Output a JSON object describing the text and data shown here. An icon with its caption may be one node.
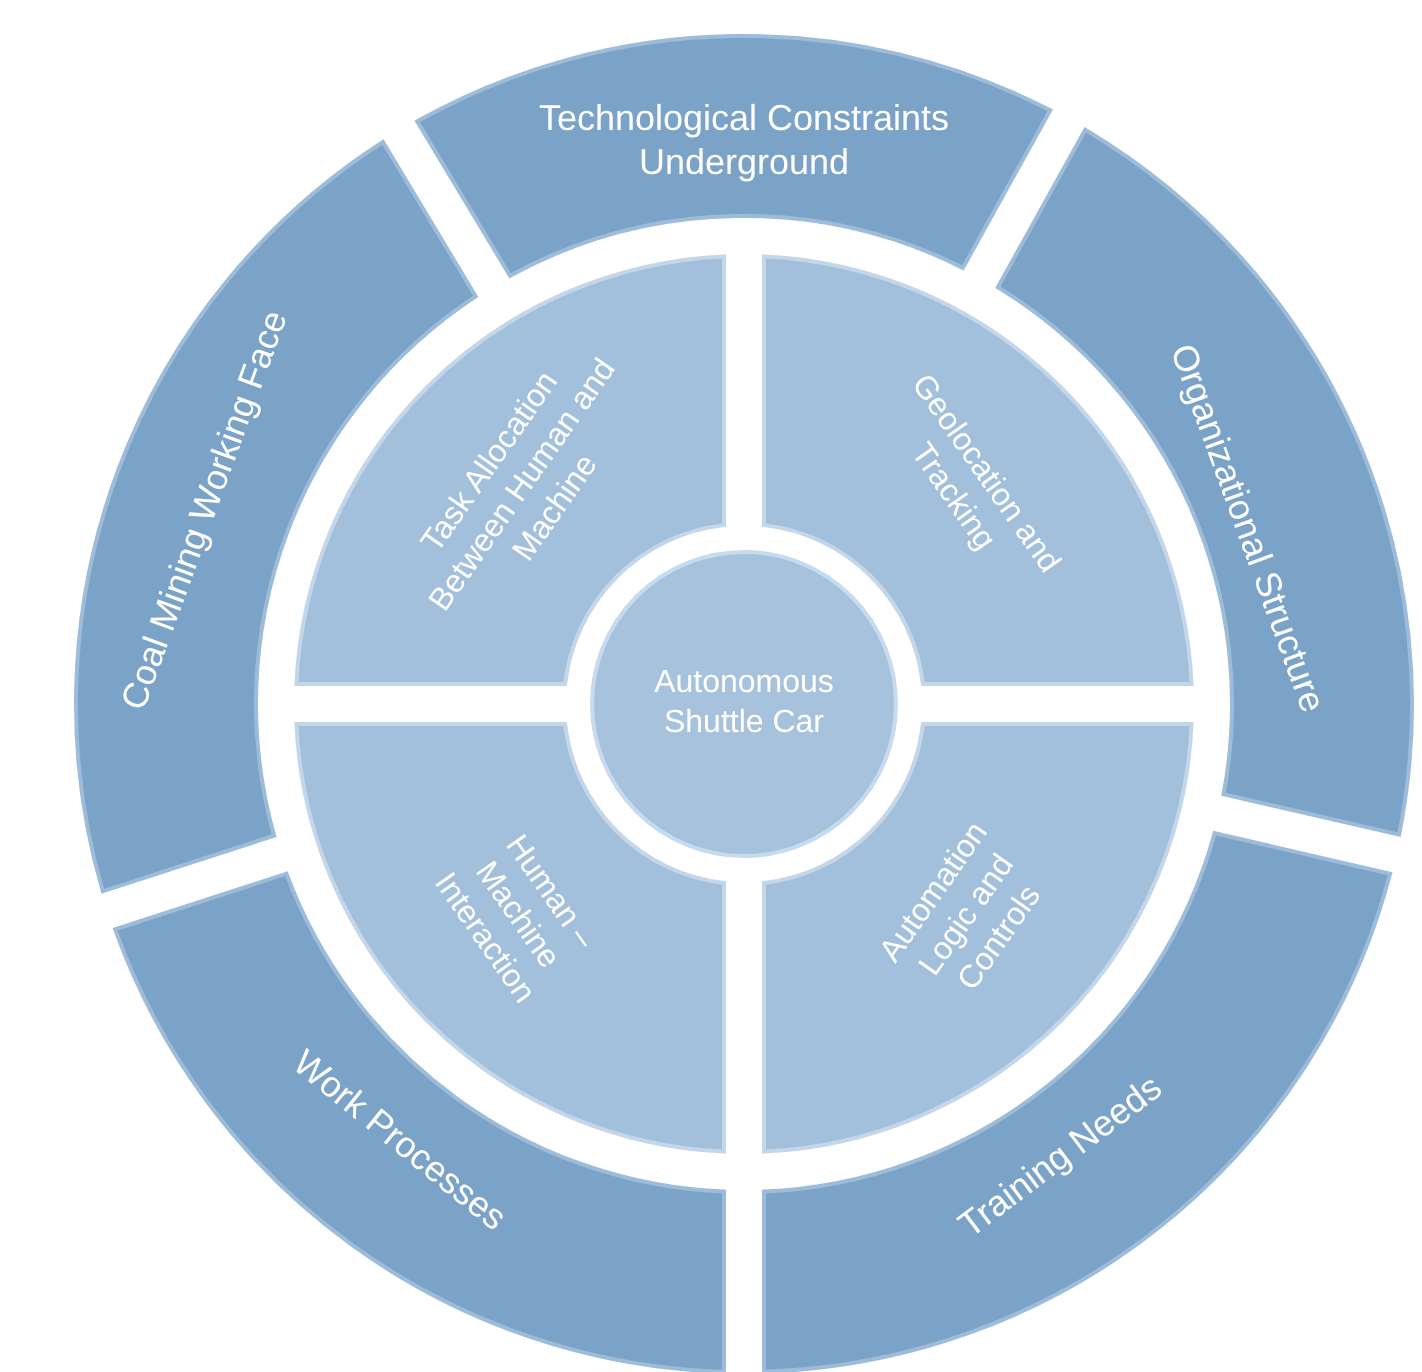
{
  "diagram": {
    "nodes": [
      {
        "text": [
          "Technological Constraints Underground"
        ]
      },
      {
        "text": [
          "Coal Mining Working Face"
        ]
      },
      {
        "text": [
          "Organizational Structure"
        ]
      },
      {
        "text": [
          "Task Allocation Between Human and Machine"
        ]
      },
      {
        "text": [
          "Geolocation and Tracking"
        ]
      },
      {
        "text": [
          "Autonomous Shuttle Car"
        ]
      },
      {
        "text": [
          "Human – Machine Interaction"
        ]
      },
      {
        "text": [
          "Automation Logic and Controls"
        ]
      },
      {
        "text": [
          "Work Processes"
        ]
      },
      {
        "text": [
          "Training Needs"
        ]
      }
    ]
  }
}
